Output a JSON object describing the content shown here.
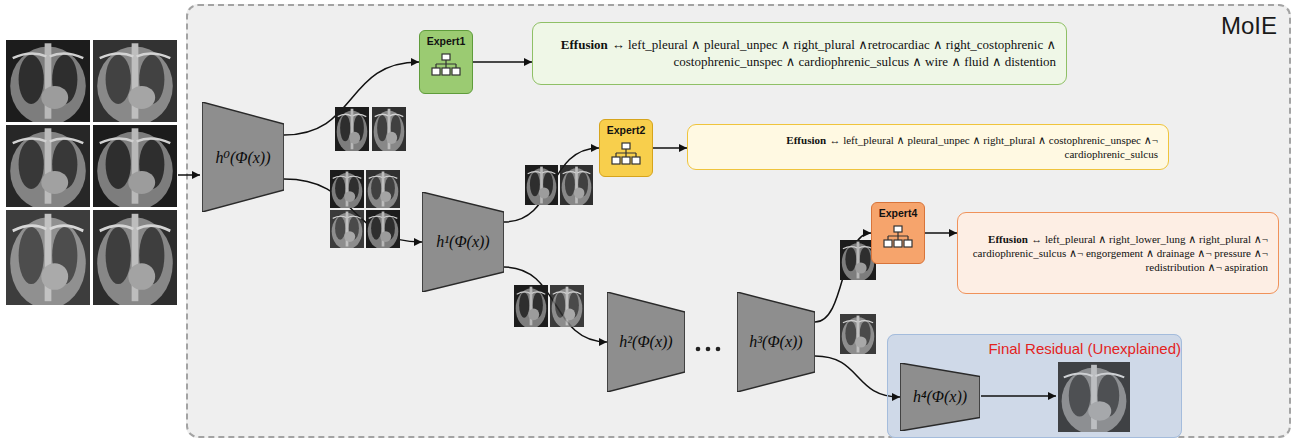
{
  "diagram": {
    "nodes": [
      {
        "text": [
          "MoIE"
        ]
      },
      {
        "text": [
          "h⁰(Φ(x))"
        ],
        "in": 0
      },
      {
        "text": [
          "Expert1"
        ],
        "in": 0
      },
      {
        "text": [
          "Effusion",
          "↔ left_pleural ∧ pleural_unpec ∧ right_plural ∧retrocardiac ∧ right_costophrenic ∧ costophrenic_unspec ∧ cardiophrenic_sulcus ∧ wire ∧ fluid ∧ distention"
        ],
        "in": 0
      },
      {
        "text": [
          "h¹(Φ(x))"
        ],
        "in": 0
      },
      {
        "text": [
          "Expert2"
        ],
        "in": 0
      },
      {
        "text": [
          "Effusion",
          "↔ left_pleural ∧ pleural_unpec ∧ right_plural ∧ costophrenic_unspec ∧¬ cardiophrenic_sulcus"
        ],
        "in": 0
      },
      {
        "text": [
          "h²(Φ(x))"
        ],
        "in": 0
      },
      {
        "text": [
          "h³(Φ(x))"
        ],
        "in": 0
      },
      {
        "text": [
          "Expert4"
        ],
        "in": 0
      },
      {
        "text": [
          "Effusion",
          "↔ left_pleural ∧ right_lower_lung ∧ right_plural ∧¬ cardiophrenic_sulcus ∧¬ engorgement ∧ drainage ∧¬ pressure ∧¬ redistribution ∧¬ aspiration"
        ],
        "in": 0
      },
      {
        "text": [
          "Final Residual (Unexplained)"
        ],
        "in": 0
      },
      {
        "text": [
          "h⁴(Φ(x))"
        ],
        "in": 11
      }
    ],
    "edges": [
      {
        "from": 1,
        "to": 2,
        "arrow": "to"
      },
      {
        "from": 2,
        "to": 3,
        "arrow": "to"
      },
      {
        "from": 1,
        "to": 4,
        "arrow": "to"
      },
      {
        "from": 4,
        "to": 5,
        "arrow": "to"
      },
      {
        "from": 5,
        "to": 6,
        "arrow": "to"
      },
      {
        "from": 4,
        "to": 7,
        "arrow": "to"
      },
      {
        "from": 8,
        "to": 9,
        "arrow": "to"
      },
      {
        "from": 9,
        "to": 10,
        "arrow": "to"
      },
      {
        "from": 8,
        "to": 12,
        "arrow": "to"
      }
    ]
  }
}
